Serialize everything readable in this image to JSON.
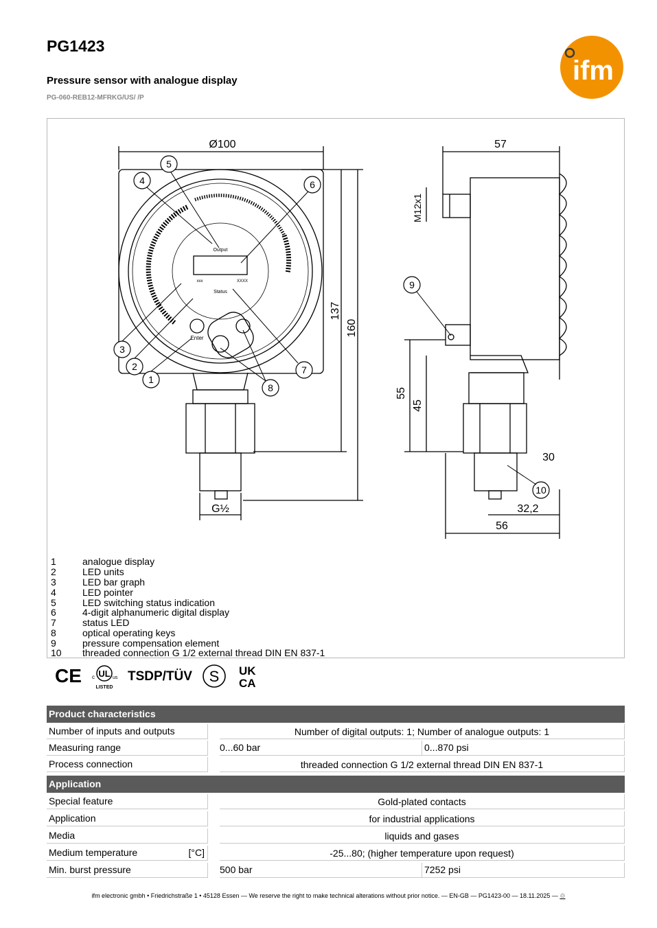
{
  "header": {
    "product_code": "PG1423",
    "title": "Pressure sensor with analogue display",
    "order_code": "PG-060-REB12-MFRKG/US/ /P",
    "logo_text": "ifm",
    "logo_color": "#f39200"
  },
  "drawing": {
    "dim_diameter": "Ø100",
    "dim_137": "137",
    "dim_160": "160",
    "dim_57": "57",
    "dim_m12": "M12x1",
    "dim_55": "55",
    "dim_45": "45",
    "dim_g12": "G½",
    "dim_322": "32,2",
    "dim_56": "56",
    "dim_wrench": "30",
    "label_output": "Output",
    "label_status": "Status",
    "label_enter": "Enter",
    "label_xxx": "xxx",
    "label_xxxx": "XXXX",
    "callouts": [
      "1",
      "2",
      "3",
      "4",
      "5",
      "6",
      "7",
      "8",
      "9",
      "10"
    ]
  },
  "legend": [
    {
      "num": "1",
      "text": "analogue display"
    },
    {
      "num": "2",
      "text": "LED units"
    },
    {
      "num": "3",
      "text": "LED bar graph"
    },
    {
      "num": "4",
      "text": "LED pointer"
    },
    {
      "num": "5",
      "text": "LED switching status indication"
    },
    {
      "num": "6",
      "text": "4-digit alphanumeric digital display"
    },
    {
      "num": "7",
      "text": "status LED"
    },
    {
      "num": "8",
      "text": "optical operating keys"
    },
    {
      "num": "9",
      "text": "pressure compensation element"
    },
    {
      "num": "10",
      "text": "threaded connection  G 1/2  external thread  DIN EN 837-1"
    }
  ],
  "certifications": {
    "ce": "CE",
    "ul_small_c": "c",
    "ul_mark": "UL",
    "ul_small_us": "us",
    "ul_listed": "LISTED",
    "tuev": "TSDP/TÜV",
    "s_mark": "S",
    "ukca_top": "UK",
    "ukca_bottom": "CA"
  },
  "product_characteristics": {
    "heading": "Product characteristics",
    "rows": [
      {
        "label": "Number of inputs and outputs",
        "value": "Number of digital outputs: 1; Number of analogue outputs: 1"
      },
      {
        "label": "Measuring range",
        "value_a": "0...60 bar",
        "value_b": "0...870 psi"
      },
      {
        "label": "Process connection",
        "value": "threaded connection G 1/2 external thread DIN EN 837-1"
      }
    ]
  },
  "application": {
    "heading": "Application",
    "rows": [
      {
        "label": "Special feature",
        "value": "Gold-plated contacts"
      },
      {
        "label": "Application",
        "value": "for industrial applications"
      },
      {
        "label": "Media",
        "value": "liquids and gases"
      },
      {
        "label": "Medium temperature",
        "unit": "[°C]",
        "value": "-25...80;  (higher temperature upon request)"
      },
      {
        "label": "Min. burst pressure",
        "value_a": "500 bar",
        "value_b": "7252 psi"
      }
    ]
  },
  "footer": {
    "text": "ifm electronic gmbh • Friedrichstraße 1 • 45128 Essen — We reserve the right to make technical alterations without prior notice. — EN-GB — PG1423-00 — 18.11.2025 —",
    "icon": "recycle-icon"
  }
}
